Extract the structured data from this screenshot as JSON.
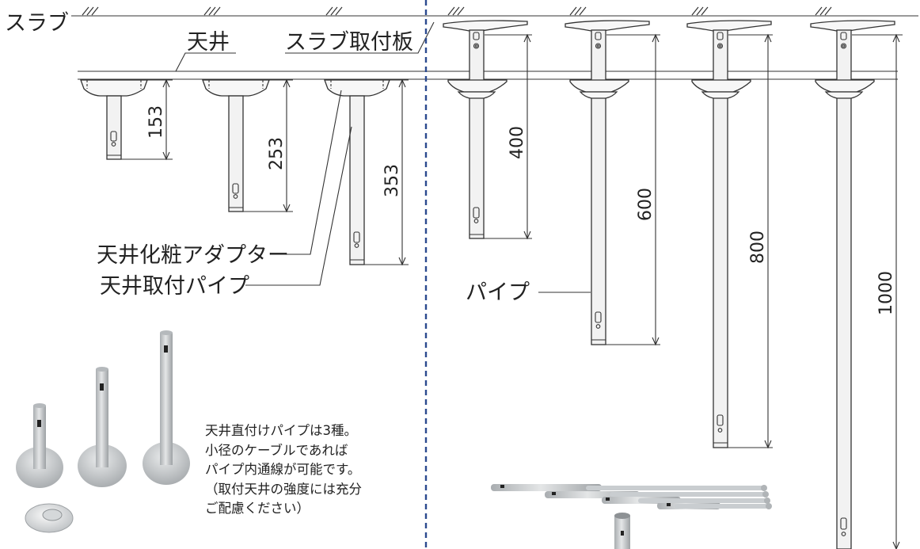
{
  "labels": {
    "slab": "スラブ",
    "ceiling": "天井",
    "slab_plate": "スラブ取付板",
    "ceiling_adapter": "天井化粧アダプター",
    "ceiling_pipe": "天井取付パイプ",
    "pipe": "パイプ"
  },
  "ceiling_pipes": [
    {
      "length": "153"
    },
    {
      "length": "253"
    },
    {
      "length": "353"
    }
  ],
  "slab_pipes": [
    {
      "length": "400"
    },
    {
      "length": "600"
    },
    {
      "length": "800"
    },
    {
      "length": "1000"
    }
  ],
  "note": {
    "lines": [
      "天井直付けパイプは3種。",
      "小径のケーブルであれば",
      "パイプ内通線が可能です。",
      "（取付天井の強度には充分",
      "ご配慮ください）"
    ]
  },
  "colors": {
    "divider": "#2b4a8f",
    "line": "#333333",
    "product_grey": "#c9cdd0"
  }
}
